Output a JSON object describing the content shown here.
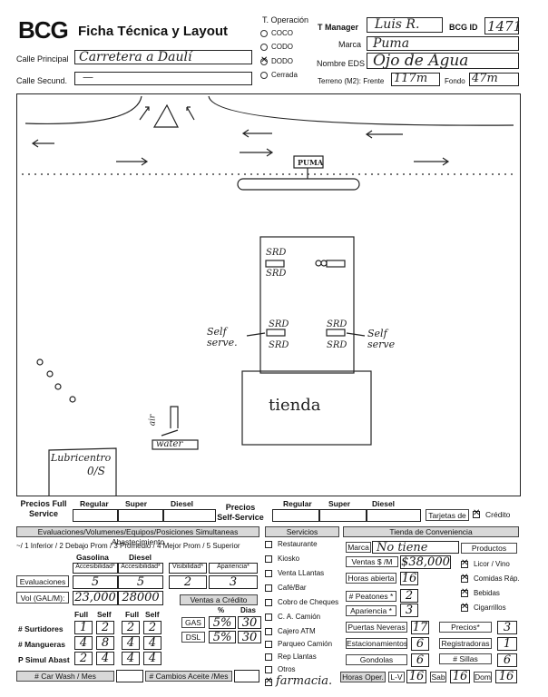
{
  "header": {
    "logo": "BCG",
    "title": "Ficha Técnica y Layout",
    "calle_principal_label": "Calle Principal",
    "calle_principal_value": "Carretera a Daulí",
    "calle_secund_label": "Calle Secund.",
    "calle_secund_value": "—",
    "t_operacion_label": "T. Operación",
    "t_operacion_options": [
      "COCO",
      "CODO",
      "DODO",
      "Cerrada"
    ],
    "t_manager_label": "T Manager",
    "t_manager_value": "Luis R.",
    "bcg_id_label": "BCG ID",
    "bcg_id_value": "1471",
    "marca_label": "Marca",
    "marca_value": "Puma",
    "nombre_eds_label": "Nombre EDS",
    "nombre_eds_value": "Ojo de Agua",
    "terreno_label": "Terreno (M2): Frente",
    "terreno_value": "117m",
    "fondo_label": "Fondo",
    "fondo_value": "47m"
  },
  "layout": {
    "puma_label": "PUMA",
    "srd_label": "SRD",
    "self_serve": "Self serve.",
    "self_serve_right": "Self serve",
    "tienda": "tienda",
    "water": "water",
    "air": "air",
    "lubricentro": "Lubricentro",
    "lubricentro_status": "0/S"
  },
  "precios": {
    "full_label": "Precios Full Service",
    "self_label": "Precios Self-Service",
    "cols": [
      "Regular",
      "Super",
      "Diesel"
    ],
    "tarjetas_label": "Tarjetas de",
    "credito_label": "Crédito"
  },
  "evaluaciones": {
    "banner": "Evaluaciones/Volumenes/Equipos/Posiciones Simultaneas Abastecimiento",
    "scale": "~/ 1 Inferior / 2 Debajo Prom / 3 Promedio / 4 Mejor Prom / 5 Superior",
    "gasolina": "Gasolina",
    "diesel": "Diesel",
    "accesibilidad": "Accesibilidad*",
    "visibilidad": "Visibilidad*",
    "apariencia": "Apariencia*",
    "evaluaciones_label": "Evaluaciones",
    "eval_values": [
      "5",
      "5",
      "2",
      "3"
    ],
    "vol_label": "Vol (GAL/M):",
    "vol_values": [
      "23,000",
      "28000"
    ],
    "ventas_credito": "Ventas a Crédito",
    "pct": "%",
    "dias": "Dias",
    "gas": "GAS",
    "gas_pct": "5%",
    "gas_dias": "30",
    "dsl": "DSL",
    "dsl_pct": "5%",
    "dsl_dias": "30",
    "full": "Full",
    "self": "Self",
    "surtidores_label": "# Surtidores",
    "surtidores": [
      "1",
      "2",
      "2",
      "2"
    ],
    "mangueras_label": "# Mangueras",
    "mangueras": [
      "4",
      "8",
      "4",
      "4"
    ],
    "simul_label": "P Simul Abast",
    "simul": [
      "2",
      "4",
      "4",
      "4"
    ],
    "car_wash": "# Car Wash / Mes",
    "cambios_aceite": "# Cambios Aceite /Mes"
  },
  "servicios": {
    "title": "Servicios",
    "items": [
      "Restaurante",
      "Kiosko",
      "Venta LLantas",
      "Café/Bar",
      "Cobro de Cheques",
      "C. A. Camión",
      "Cajero ATM",
      "Parqueo Camión",
      "Rep Llantas",
      "Otros"
    ],
    "otros_value": "farmacia."
  },
  "tienda": {
    "title": "Tienda de Conveniencia",
    "marca_label": "Marca",
    "marca_value": "No tiene",
    "productos_label": "Productos",
    "ventas_label": "Ventas $ /M",
    "ventas_value": "$38,000",
    "horas_label": "Horas abierta",
    "horas_value": "16",
    "peatones_label": "# Peatones *",
    "peatones_value": "2",
    "apariencia_label": "Apariencia *",
    "apariencia_value": "3",
    "productos": [
      "Licor / Vino",
      "Comidas Ráp.",
      "Bebidas",
      "Cigarrillos"
    ],
    "puertas_label": "Puertas Neveras",
    "puertas_value": "17",
    "precios_label": "Precios*",
    "precios_value": "3",
    "estac_label": "Estacionamientos",
    "estac_value": "6",
    "registradoras_label": "Registradoras",
    "registradoras_value": "1",
    "gondolas_label": "Gondolas",
    "gondolas_value": "6",
    "sillas_label": "# Sillas",
    "sillas_value": "6",
    "horas_oper_label": "Horas Oper.",
    "lv_label": "L-V",
    "lv_value": "16",
    "sab_label": "Sab",
    "sab_value": "16",
    "dom_label": "Dom",
    "dom_value": "16"
  }
}
